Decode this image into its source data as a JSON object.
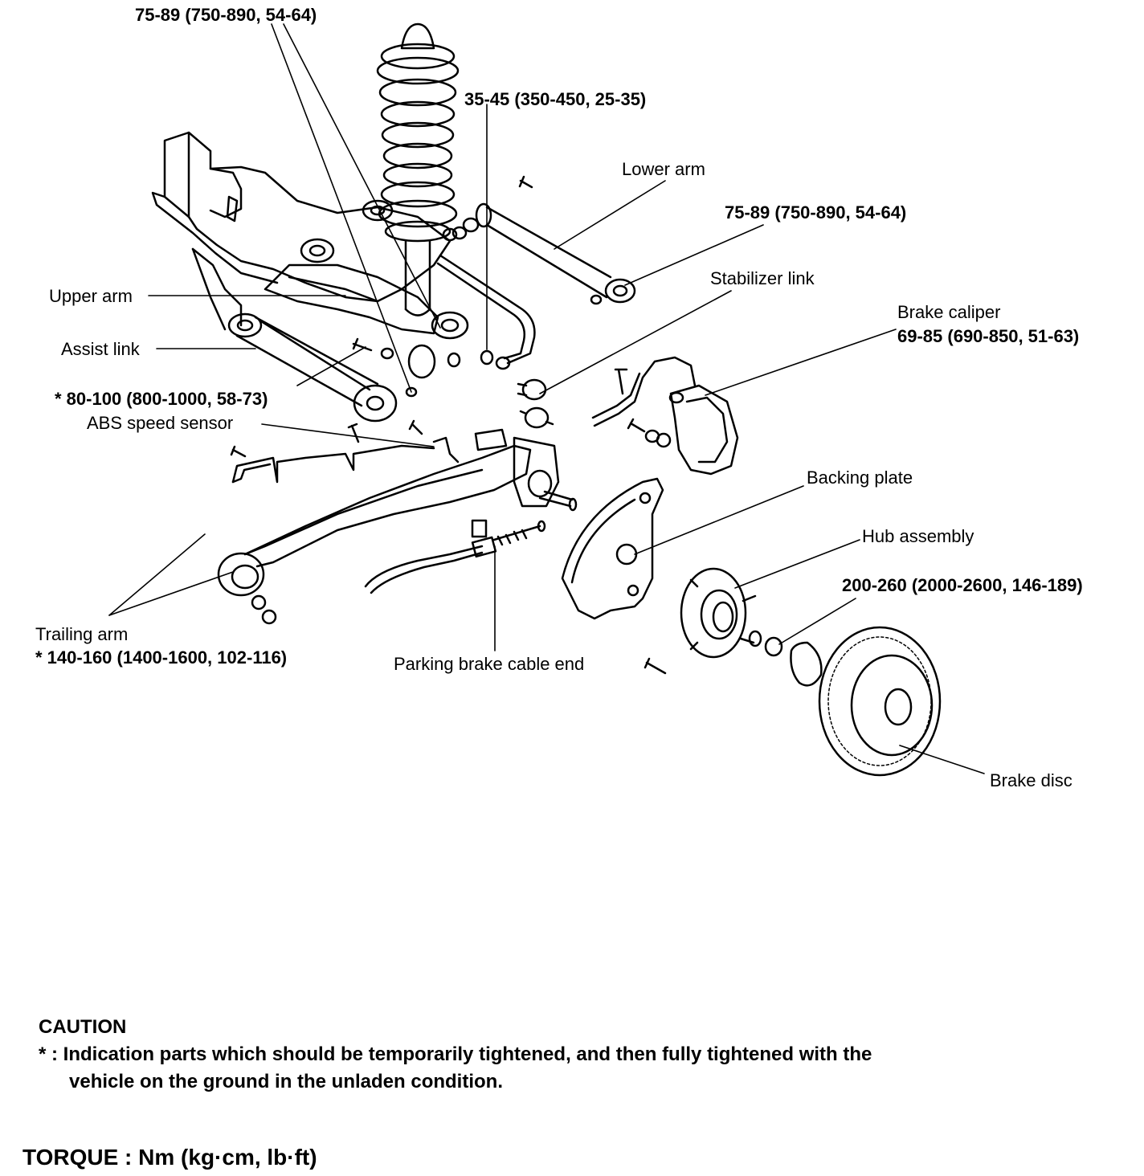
{
  "labels": {
    "torque_top": "75-89 (750-890, 54-64)",
    "torque_35": "35-45 (350-450, 25-35)",
    "lower_arm": "Lower arm",
    "torque_lower_arm": "75-89 (750-890, 54-64)",
    "stabilizer_link": "Stabilizer link",
    "brake_caliper": "Brake caliper",
    "torque_caliper": "69-85 (690-850, 51-63)",
    "upper_arm": "Upper arm",
    "assist_link": "Assist link",
    "torque_assist": "* 80-100 (800-1000, 58-73)",
    "abs_sensor": "ABS speed sensor",
    "backing_plate": "Backing plate",
    "hub_assembly": "Hub assembly",
    "torque_hub": "200-260 (2000-2600, 146-189)",
    "trailing_arm": "Trailing arm",
    "torque_trailing": "* 140-160 (1400-1600, 102-116)",
    "parking_cable": "Parking brake cable end",
    "brake_disc": "Brake disc"
  },
  "caution": {
    "title": "CAUTION",
    "line1": "* : Indication parts which should be temporarily tightened, and then fully tightened with the",
    "line2": "vehicle on the ground in the unladen condition."
  },
  "torque_unit": "TORQUE : Nm (kg·cm, lb·ft)"
}
